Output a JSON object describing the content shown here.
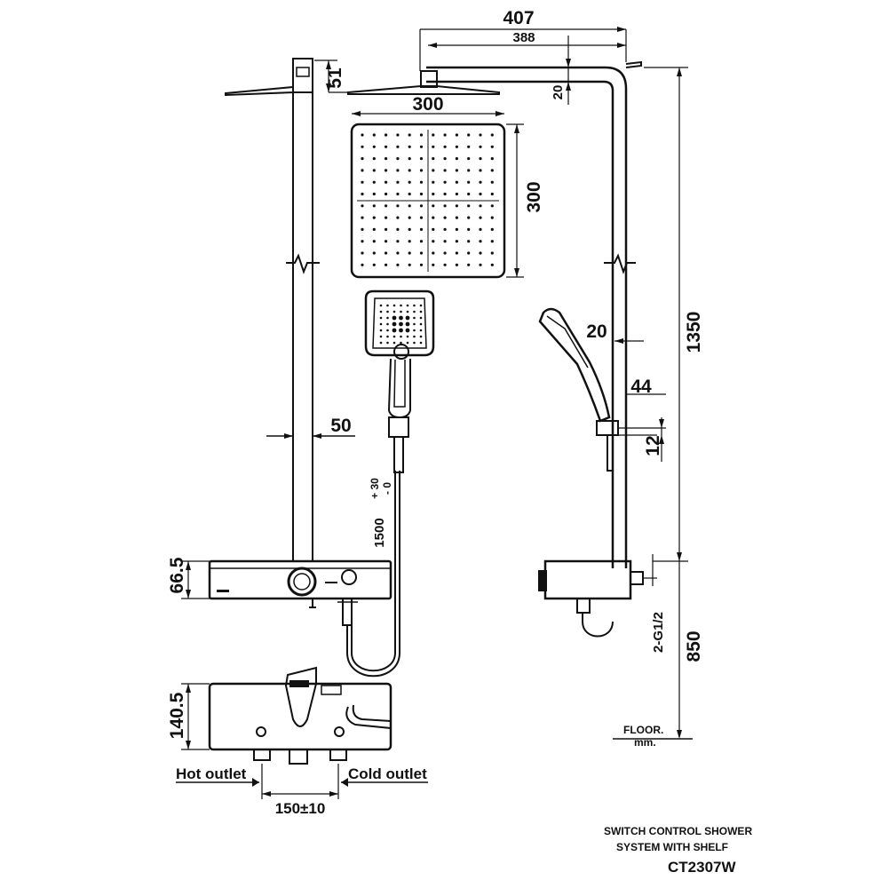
{
  "dimensions": {
    "total_reach": "407",
    "arm_length": "388",
    "arm_height": "20",
    "head_thickness": "51",
    "head_width": "300",
    "head_depth": "300",
    "rail_width": "50",
    "hose_length": "1500",
    "hose_tol_plus": "+ 30",
    "hose_tol_minus": "- 0",
    "holder_offset": "20",
    "holder_projection": "44",
    "holder_thickness": "12",
    "total_height": "1350",
    "valve_height": "850",
    "shelf_height": "66.5",
    "valve_body_height": "140.5",
    "connection_size": "2-G1/2",
    "inlet_spacing": "150±10"
  },
  "labels": {
    "hot_outlet": "Hot outlet",
    "cold_outlet": "Cold outlet",
    "floor": "FLOOR.",
    "unit": "mm."
  },
  "title_block": {
    "line1": "SWITCH CONTROL SHOWER",
    "line2": "SYSTEM WITH SHELF",
    "model": "CT2307W"
  }
}
